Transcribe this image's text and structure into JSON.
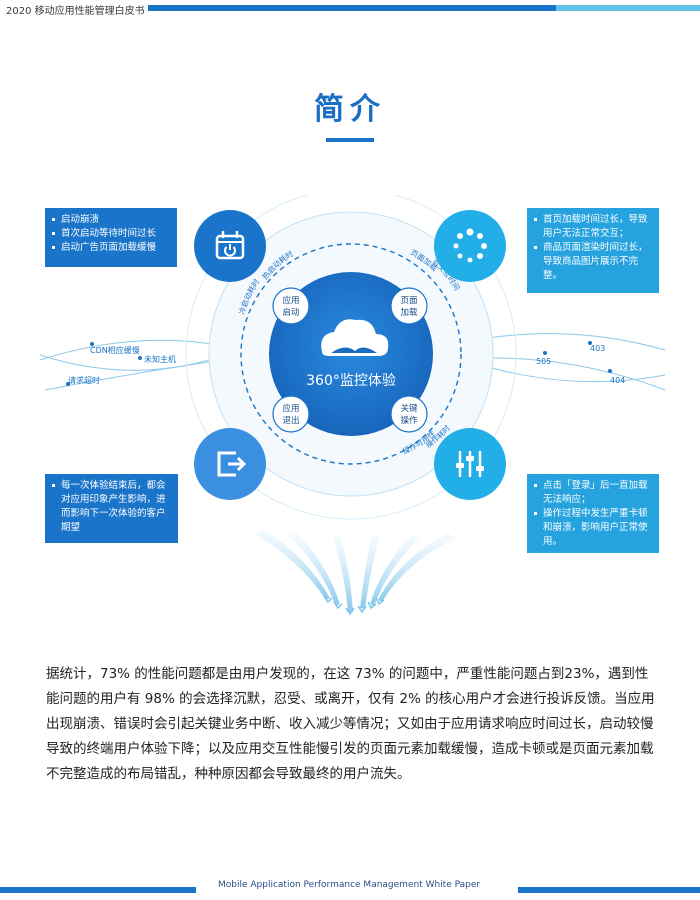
{
  "header": {
    "text": "2020 移动应用性能管理白皮书"
  },
  "title": "简介",
  "diagram": {
    "center_label": "360°监控体验",
    "quadrants": {
      "top_left": "应用\n启动",
      "top_right": "页面\n加载",
      "bottom_left": "应用\n退出",
      "bottom_right": "关键\n操作"
    },
    "arc_labels": {
      "tl_outer": "冷启动耗时",
      "tl_inner": "热启动耗时",
      "tr_outer": "页面加载",
      "tr_inner": "可交互时间",
      "br_outer": "操作可用性",
      "br_inner": "操作耗时"
    },
    "left_network": {
      "cdn": "CDN相应缓慢",
      "host": "未知主机",
      "timeout": "请求超时"
    },
    "right_codes": {
      "code1": "403",
      "code2": "505",
      "code3": "404"
    },
    "icons": {
      "top_left": "calendar-power-icon",
      "top_right": "loading-spinner-icon",
      "bottom_left": "exit-arrow-icon",
      "bottom_right": "sliders-icon",
      "center": "cloud-icon"
    }
  },
  "callouts": {
    "top_left": {
      "items": [
        "启动崩溃",
        "首次启动等待时间过长",
        "启动广告页面加载缓慢"
      ]
    },
    "top_right": {
      "items": [
        "首页加载时间过长，导致用户无法正常交互；",
        "商品页面渲染时间过长，导致商品图片展示不完整。"
      ]
    },
    "bottom_left": {
      "items": [
        "每一次体验结束后，都会对应用印象产生影响，进而影响下一次体验的客户期望"
      ]
    },
    "bottom_right": {
      "items": [
        "点击「登录」后一直加载无法响应；",
        "操作过程中发生严重卡顿和崩溃，影响用户正常使用。"
      ]
    }
  },
  "paragraph": "据统计，73% 的性能问题都是由用户发现的，在这 73% 的问题中，严重性能问题占到23%，遇到性能问题的用户有 98% 的会选择沉默，忍受、或离开，仅有 2% 的核心用户才会进行投诉反馈。当应用出现崩溃、错误时会引起关键业务中断、收入减少等情况；又如由于应用请求响应时间过长，启动较慢导致的终端用户体验下降；以及应用交互性能慢引发的页面元素加载缓慢，造成卡顿或是页面元素加载不完整造成的布局错乱，种种原因都会导致最终的用户流失。",
  "footer": {
    "text": "Mobile Application Performance Management White Paper"
  },
  "colors": {
    "primary": "#1a74c9",
    "accent": "#26a3df",
    "light": "#5fc0ea"
  }
}
